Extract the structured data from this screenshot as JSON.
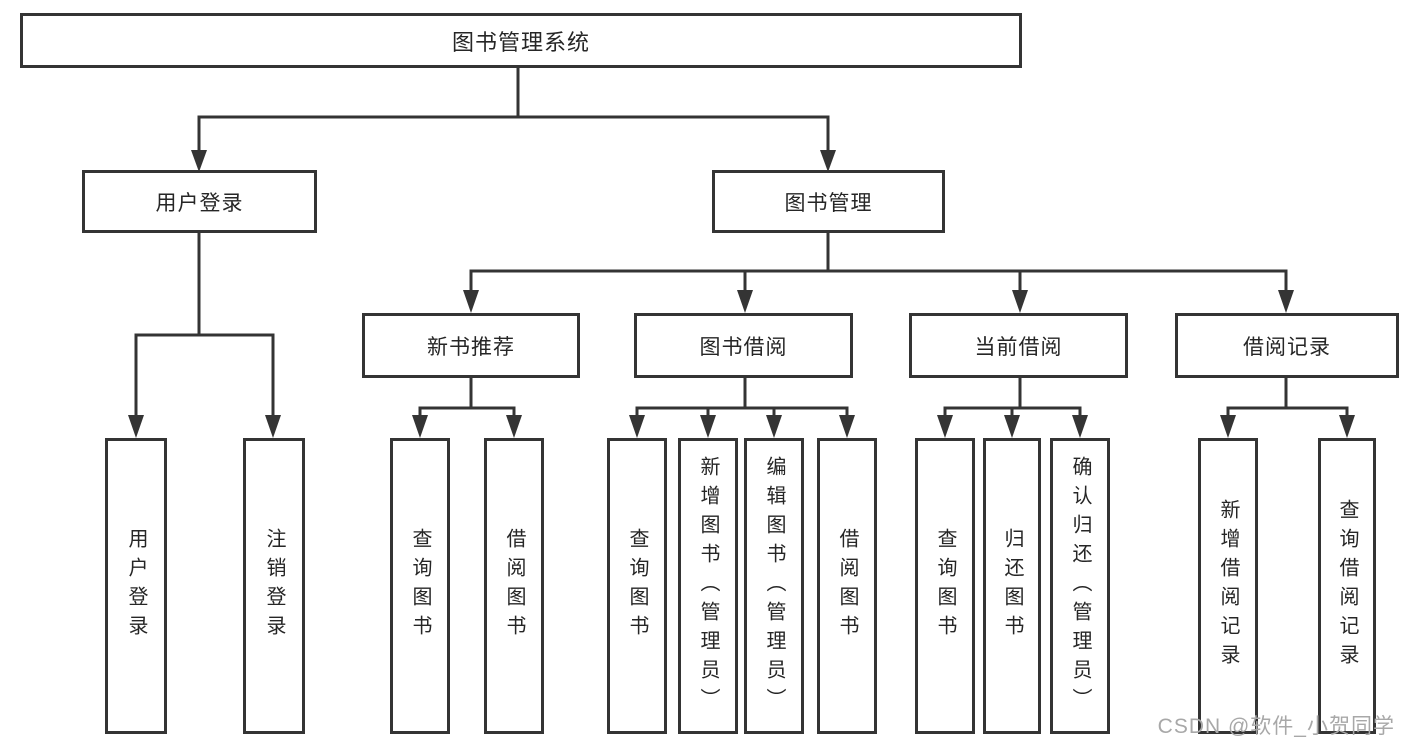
{
  "tree": {
    "label": "图书管理系统",
    "children": [
      {
        "label": "用户登录",
        "children": [
          {
            "label": "用户登录"
          },
          {
            "label": "注销登录"
          }
        ]
      },
      {
        "label": "图书管理",
        "children": [
          {
            "label": "新书推荐",
            "children": [
              {
                "label": "查询图书"
              },
              {
                "label": "借阅图书"
              }
            ]
          },
          {
            "label": "图书借阅",
            "children": [
              {
                "label": "查询图书"
              },
              {
                "label": "新增图书（管理员）"
              },
              {
                "label": "编辑图书（管理员）"
              },
              {
                "label": "借阅图书"
              }
            ]
          },
          {
            "label": "当前借阅",
            "children": [
              {
                "label": "查询图书"
              },
              {
                "label": "归还图书"
              },
              {
                "label": "确认归还（管理员）"
              }
            ]
          },
          {
            "label": "借阅记录",
            "children": [
              {
                "label": "新增借阅记录"
              },
              {
                "label": "查询借阅记录"
              }
            ]
          }
        ]
      }
    ]
  },
  "watermark": "CSDN @软件_小贺同学",
  "colors": {
    "line": "#343434",
    "box_border": "#343434",
    "box_fill": "#ffffff",
    "text": "#262626",
    "watermark": "#a8a8a8"
  }
}
